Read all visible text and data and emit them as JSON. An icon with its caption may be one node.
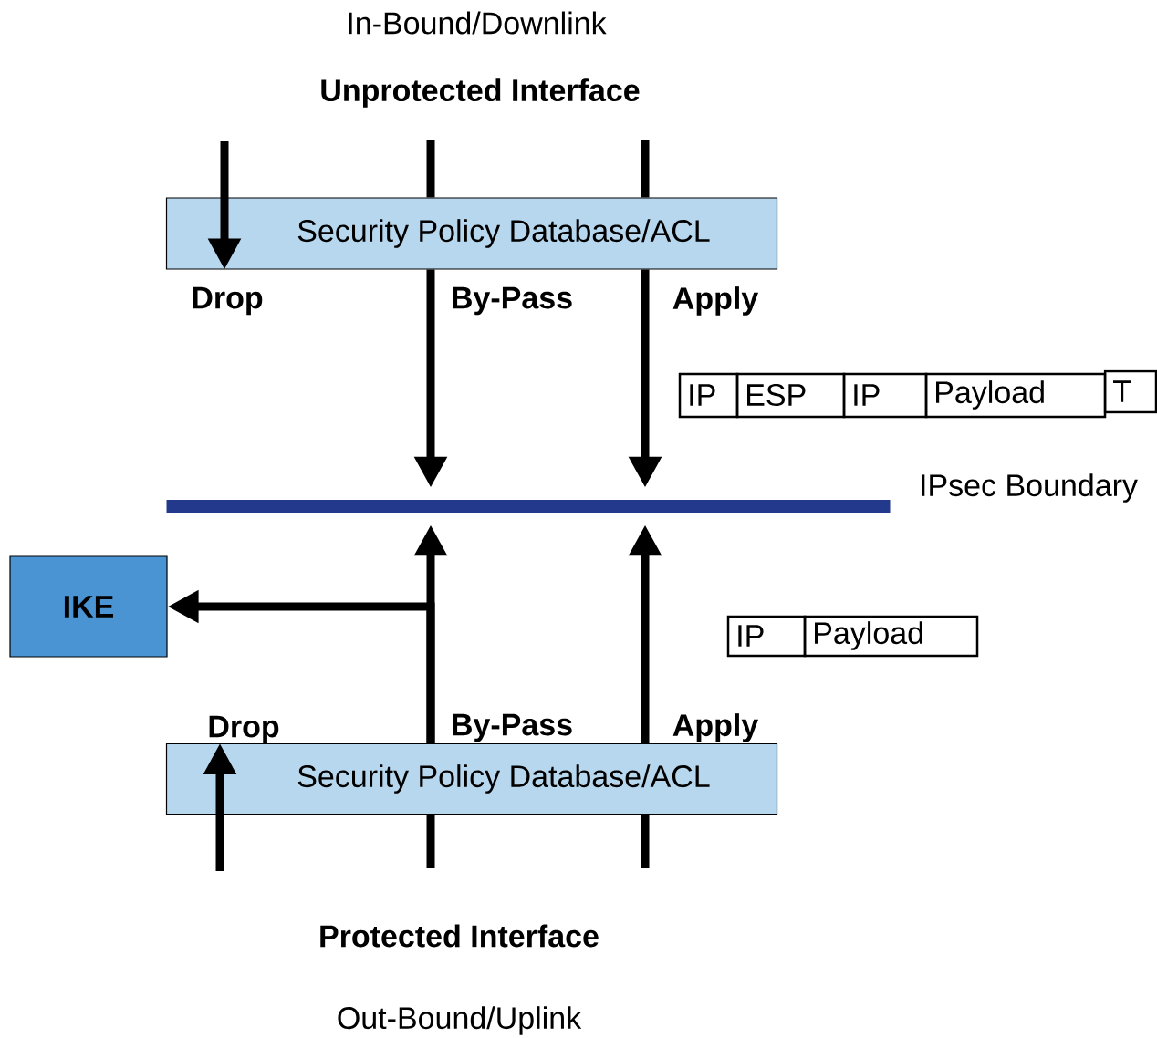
{
  "diagram": {
    "nodes": [
      {
        "text": [
          "Security Policy Database/ACL"
        ]
      },
      {
        "text": [
          "Security Policy Database/ACL"
        ]
      },
      {
        "text": [
          "IKE"
        ]
      },
      {
        "text": [],
        "shape": "bar",
        "beside": [
          "IPsec Boundary"
        ]
      }
    ],
    "edges": [
      {
        "from": null,
        "to": 0,
        "arrow": "to"
      },
      {
        "from": null,
        "to": 0,
        "arrow": "none"
      },
      {
        "from": null,
        "to": 0,
        "arrow": "none"
      },
      {
        "from": 0,
        "to": 3,
        "arrow": "to"
      },
      {
        "from": 0,
        "to": 3,
        "arrow": "to"
      },
      {
        "from": 1,
        "to": 3,
        "arrow": "to"
      },
      {
        "from": 1,
        "to": 2,
        "arrow": "to"
      },
      {
        "from": 1,
        "to": 3,
        "arrow": "to"
      },
      {
        "from": null,
        "to": 1,
        "arrow": "to"
      },
      {
        "from": null,
        "to": 1,
        "arrow": "none"
      },
      {
        "from": null,
        "to": 1,
        "arrow": "none"
      }
    ],
    "labels": [
      "In-Bound/Downlink",
      "Unprotected Interface",
      "Drop",
      "By-Pass",
      "Apply",
      "IP",
      "ESP",
      "IP",
      "Payload",
      "T",
      "IP",
      "Payload",
      "Drop",
      "By-Pass",
      "Apply",
      "Protected Interface",
      "Out-Bound/Uplink"
    ]
  }
}
